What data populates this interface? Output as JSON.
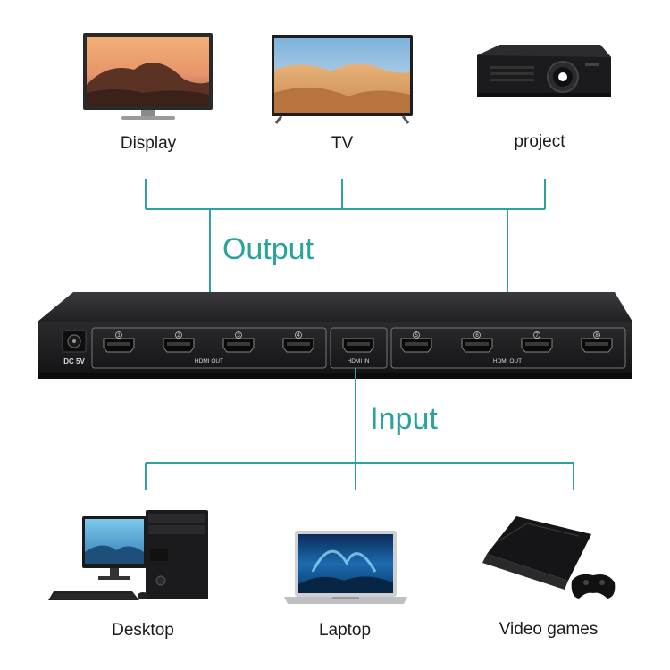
{
  "outputs": [
    {
      "label": "Display",
      "icon": "monitor-icon"
    },
    {
      "label": "TV",
      "icon": "tv-icon"
    },
    {
      "label": "project",
      "icon": "projector-icon"
    }
  ],
  "inputs": [
    {
      "label": "Desktop",
      "icon": "desktop-pc-icon"
    },
    {
      "label": "Laptop",
      "icon": "laptop-icon"
    },
    {
      "label": "Video games",
      "icon": "game-console-icon"
    }
  ],
  "sections": {
    "output_label": "Output",
    "input_label": "Input"
  },
  "device": {
    "power_label": "DC 5V",
    "hdmi_out_label": "HDMI OUT",
    "hdmi_in_label": "HDMI IN",
    "port_numbers": [
      "1",
      "2",
      "3",
      "4",
      "5",
      "6",
      "7",
      "8"
    ]
  },
  "colors": {
    "connector": "#2aa39a",
    "label_text": "#1a1a1a",
    "device_body": "#1c1c1e"
  }
}
